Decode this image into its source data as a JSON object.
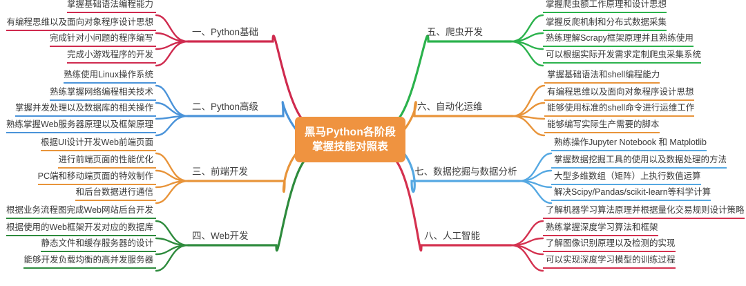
{
  "diagram": {
    "type": "mindmap",
    "title": "黑马Python各阶段掌握技能对照表",
    "background": "#ffffff",
    "center": {
      "line1": "黑马Python各阶段",
      "line2": "掌握技能对照表",
      "fill": "#ef9340",
      "text_color": "#ffffff"
    },
    "colors": {
      "crimson": "#cf2a4e",
      "blue": "#4a93d9",
      "orange": "#e8943a",
      "green": "#2e8b3d",
      "bright_green": "#2bb24c",
      "light_blue": "#55a8e2",
      "rose": "#d4314f"
    },
    "branches": [
      {
        "id": "branch-1",
        "side": "left",
        "label": "一、Python基础",
        "color": "#cf2a4e",
        "leaves": [
          "掌握基础语法编程能力",
          "有编程思维以及面向对象程序设计思想",
          "完成针对小问题的程序编写",
          "完成小游戏程序的开发"
        ]
      },
      {
        "id": "branch-2",
        "side": "left",
        "label": "二、Python高级",
        "color": "#4a93d9",
        "leaves": [
          "熟练使用Linux操作系统",
          "熟练掌握网络编程相关技术",
          "掌握并发处理以及数据库的相关操作",
          "熟练掌握Web服务器原理以及框架原理"
        ]
      },
      {
        "id": "branch-3",
        "side": "left",
        "label": "三、前端开发",
        "color": "#e8943a",
        "leaves": [
          "根据UI设计开发Web前端页面",
          "进行前端页面的性能优化",
          "PC端和移动端页面的特效制作",
          "和后台数据进行通信"
        ]
      },
      {
        "id": "branch-4",
        "side": "left",
        "label": "四、Web开发",
        "color": "#2e8b3d",
        "leaves": [
          "根据业务流程图完成Web网站后台开发",
          "根据使用的Web框架开发对应的数据库",
          "静态文件和缓存服务器的设计",
          "能够开发负载均衡的高并发服务器"
        ]
      },
      {
        "id": "branch-5",
        "side": "right",
        "label": "五、爬虫开发",
        "color": "#2bb24c",
        "leaves": [
          "掌握爬虫额工作原理和设计思想",
          "掌握反爬机制和分布式数据采集",
          "熟练理解Scrapy框架原理并且熟练使用",
          "可以根据实际开发需求定制爬虫采集系统"
        ]
      },
      {
        "id": "branch-6",
        "side": "right",
        "label": "六、自动化运维",
        "color": "#e8943a",
        "leaves": [
          "掌握基础语法和shell编程能力",
          "有编程思维以及面向对象程序设计思想",
          "能够使用标准的shell命令进行运维工作",
          "能够编写实际生产需要的脚本"
        ]
      },
      {
        "id": "branch-7",
        "side": "right",
        "label": "七、数据挖掘与数据分析",
        "color": "#55a8e2",
        "leaves": [
          "熟练操作Jupyter Notebook 和 Matplotlib",
          "掌握数据挖掘工具的使用以及数据处理的方法",
          "大型多维数组（矩阵）上执行数值运算",
          "解决Scipy/Pandas/scikit-learn等科学计算"
        ]
      },
      {
        "id": "branch-8",
        "side": "right",
        "label": "八、人工智能",
        "color": "#d4314f",
        "leaves": [
          "了解机器学习算法原理并根据量化交易规则设计策略",
          "熟练掌握深度学习算法和框架",
          "了解图像识别原理以及检测的实现",
          "可以实现深度学习模型的训练过程"
        ]
      }
    ]
  }
}
